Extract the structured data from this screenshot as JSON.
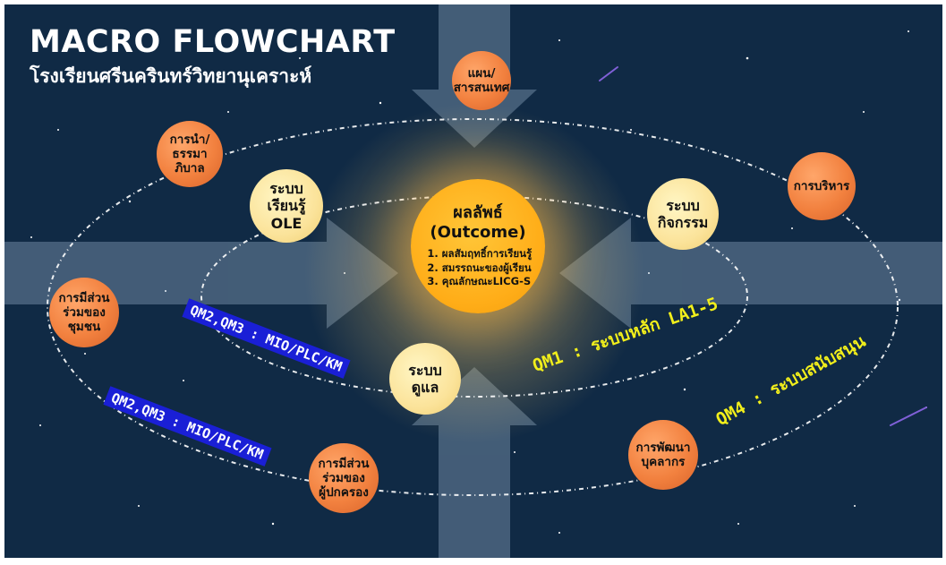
{
  "title": "MACRO FLOWCHART",
  "subtitle": "โรงเรียนศรีนครินทร์วิทยานุเคราะห์",
  "center": {
    "title_line1": "ผลลัพธ์",
    "title_line2": "(Outcome)",
    "items": [
      "ผลสัมฤทธิ์การเรียนรู้",
      "สมรรถนะของผู้เรียน",
      "คุณลักษณะLICG-S"
    ]
  },
  "inner_nodes": {
    "learning": [
      "ระบบ",
      "เรียนรู้",
      "OLE"
    ],
    "activity": [
      "ระบบ",
      "กิจกรรม"
    ],
    "care": [
      "ระบบ",
      "ดูแล"
    ]
  },
  "outer_nodes": {
    "plan": [
      "แผน/",
      "สารสนเทศ"
    ],
    "leadership": [
      "การนำ/",
      "ธรรมา",
      "ภิบาล"
    ],
    "admin": [
      "การบริหาร"
    ],
    "community": [
      "การมีส่วน",
      "ร่วมของ",
      "ชุมชน"
    ],
    "parents": [
      "การมีส่วน",
      "ร่วมของ",
      "ผู้ปกครอง"
    ],
    "personnel": [
      "การพัฒนา",
      "บุคลากร"
    ]
  },
  "labels": {
    "inner_blue": "QM2,QM3 : MIO/PLC/KM",
    "outer_blue": "QM2,QM3 : MIO/PLC/KM",
    "qm1": "QM1 : ระบบหลัก LA1-5",
    "qm4": "QM4 : ระบบสนับสนุน"
  },
  "colors": {
    "background": "#102a45",
    "orange_planet": "#f2813f",
    "yellow_planet": "#fbe39a",
    "sun": "#ffad18",
    "label_band": "#1a1fd6",
    "label_text": "#f2ef1b"
  }
}
